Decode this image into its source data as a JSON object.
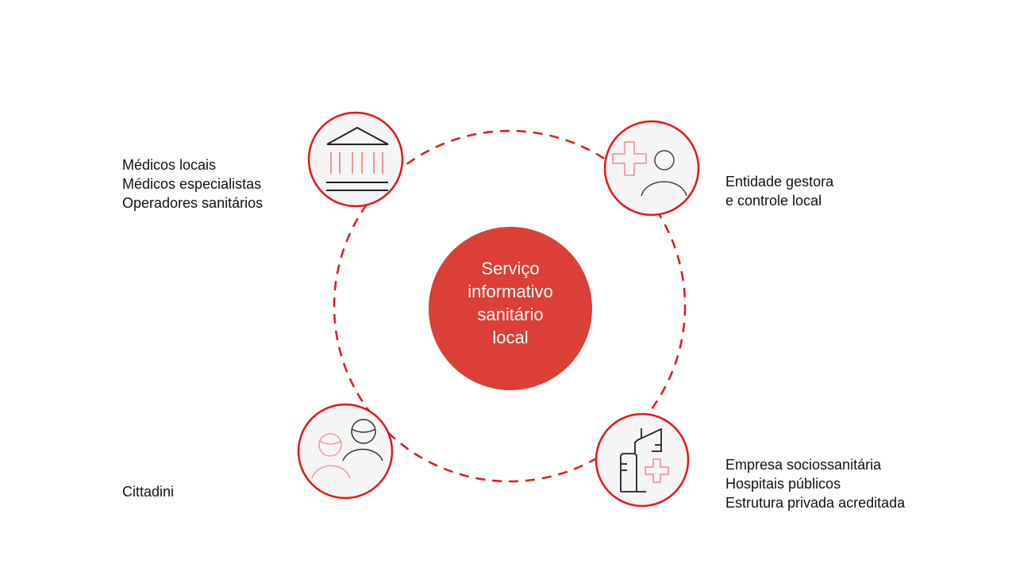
{
  "colors": {
    "accent": "#e8141c",
    "center_fill": "#db3f35",
    "node_fill": "#f5f5f5",
    "icon_pink": "#f08a8a",
    "icon_dark": "#222222"
  },
  "center": {
    "lines": [
      "Serviço",
      "informativo",
      "sanitário",
      "local"
    ]
  },
  "nodes": [
    {
      "icon": "government-building-icon",
      "lines": [
        "Médicos locais",
        "Médicos especialistas",
        "Operadores sanitários"
      ]
    },
    {
      "icon": "medical-person-icon",
      "lines": [
        "Entidade gestora",
        "e controle local"
      ]
    },
    {
      "icon": "hospital-building-icon",
      "lines": [
        "Empresa sociossanitária",
        "Hospitais públicos",
        "Estrutura privada acreditada"
      ]
    },
    {
      "icon": "citizens-icon",
      "lines": [
        "Cittadini"
      ]
    }
  ]
}
